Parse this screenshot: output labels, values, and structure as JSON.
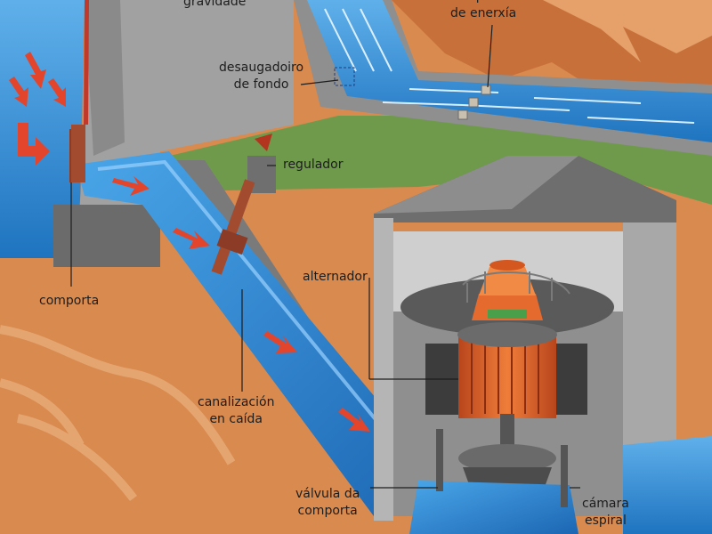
{
  "labels": {
    "gravity_dam": "gravidade",
    "energy_dissipator_line1": "disipador",
    "energy_dissipator_line2": "de enerxía",
    "bottom_outlet_line1": "desaugadoiro",
    "bottom_outlet_line2": "de fondo",
    "regulator": "regulador",
    "gate": "comporta",
    "alternator": "alternador",
    "penstock_line1": "canalización",
    "penstock_line2": "en caída",
    "gate_valve_line1": "válvula da",
    "gate_valve_line2": "comporta",
    "spiral_chamber_line1": "cámara",
    "spiral_chamber_line2": "espiral"
  },
  "colors": {
    "terrain": "#d98a4e",
    "concrete": "#9c9c9c",
    "water": "#2f8fd6",
    "grass": "#6f9a4c",
    "rotor": "#e2692c",
    "flow_arrow": "#e2452c"
  }
}
